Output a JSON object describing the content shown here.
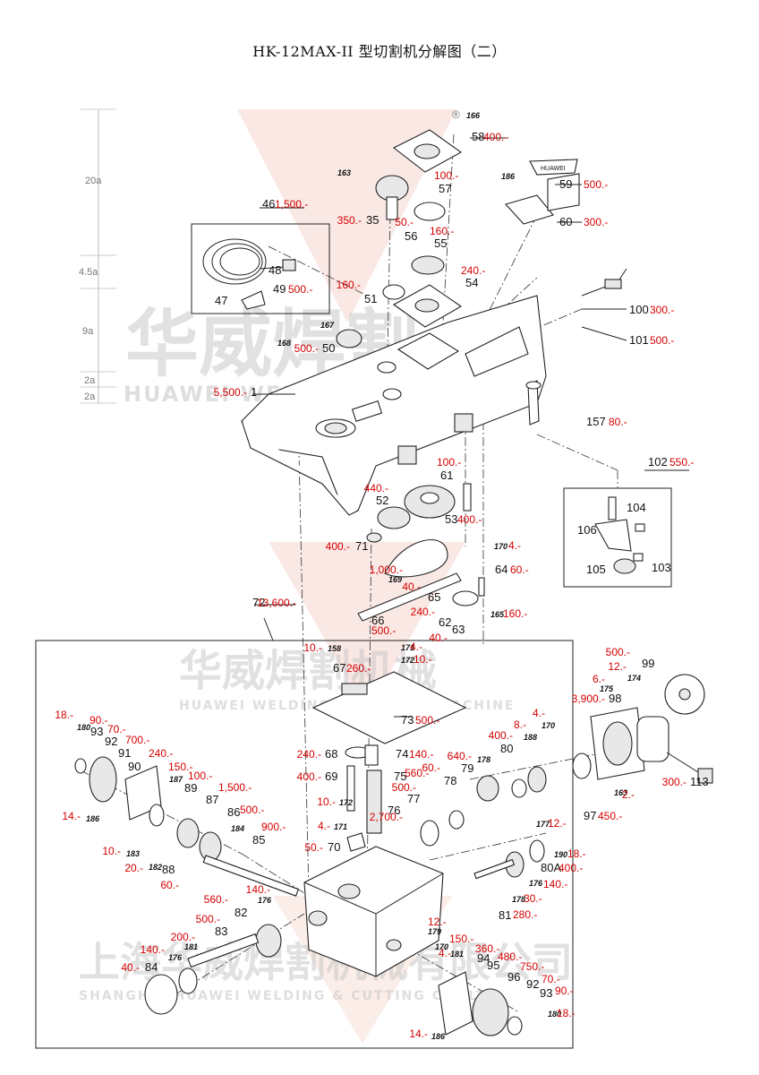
{
  "title": "HK-12MAX-II 型切割机分解图（二）",
  "watermark": {
    "cn_1": "华威焊割",
    "en_1": "HUAWEI WELDING & CUTTING",
    "cn_2": "华威焊割机械",
    "en_2": "HUAWEI WELDING & CUTTING MACHINE",
    "cn_3": "上海华威焊割机械有限公司",
    "en_3": "SHANGHAI HUAWEI WELDING & CUTTING CO.,LTD",
    "color": "#c9c9c9",
    "logo_color": "#f1c9bf"
  },
  "registered_mark": "®",
  "label_plate_text": "HUAWEI",
  "dimensions": [
    "20a",
    "4.5a",
    "9a",
    "2a",
    "2a"
  ],
  "parts": [
    {
      "num": "166",
      "price": "",
      "small": true
    },
    {
      "num": "58",
      "price": "400.-"
    },
    {
      "num": "186",
      "price": "",
      "small": true
    },
    {
      "num": "59",
      "price": "500.-"
    },
    {
      "num": "60",
      "price": "300.-"
    },
    {
      "num": "163",
      "price": "",
      "small": true
    },
    {
      "num": "35",
      "price": "350.-"
    },
    {
      "num": "57",
      "price": "100.-"
    },
    {
      "num": "56",
      "price": "50.-"
    },
    {
      "num": "55",
      "price": "160.-"
    },
    {
      "num": "46",
      "price": "1,500.-"
    },
    {
      "num": "48",
      "price": ""
    },
    {
      "num": "49",
      "price": "500.-"
    },
    {
      "num": "47",
      "price": ""
    },
    {
      "num": "51",
      "price": "160.-"
    },
    {
      "num": "54",
      "price": "240.-"
    },
    {
      "num": "167",
      "price": "",
      "small": true
    },
    {
      "num": "50",
      "price": "500.-"
    },
    {
      "num": "168",
      "price": "",
      "small": true
    },
    {
      "num": "100",
      "price": "300.-"
    },
    {
      "num": "101",
      "price": "500.-"
    },
    {
      "num": "1",
      "price": "5,500.-"
    },
    {
      "num": "157",
      "price": "80.-"
    },
    {
      "num": "102",
      "price": "550.-"
    },
    {
      "num": "61",
      "price": "100.-"
    },
    {
      "num": "52",
      "price": "440.-"
    },
    {
      "num": "53",
      "price": "400.-"
    },
    {
      "num": "71",
      "price": "400.-"
    },
    {
      "num": "169",
      "price": "1,000.-",
      "small": true
    },
    {
      "num": "106",
      "price": ""
    },
    {
      "num": "104",
      "price": ""
    },
    {
      "num": "105",
      "price": ""
    },
    {
      "num": "103",
      "price": ""
    },
    {
      "num": "170",
      "price": "4.-",
      "small": true
    },
    {
      "num": "64",
      "price": "60.-"
    },
    {
      "num": "65",
      "price": "40.-"
    },
    {
      "num": "66",
      "price": "500.-"
    },
    {
      "num": "62",
      "price": "240.-"
    },
    {
      "num": "63",
      "price": "40.-"
    },
    {
      "num": "165",
      "price": "160.-",
      "small": true
    },
    {
      "num": "72",
      "price": "13,600.-"
    },
    {
      "num": "158",
      "price": "10.-",
      "small": true
    },
    {
      "num": "171",
      "price": "4.-",
      "small": true
    },
    {
      "num": "172",
      "price": "10.-",
      "small": true
    },
    {
      "num": "67",
      "price": "260.-"
    },
    {
      "num": "73",
      "price": "500.-"
    },
    {
      "num": "99",
      "price": "500.-"
    },
    {
      "num": "174",
      "price": "12.-",
      "small": true
    },
    {
      "num": "175",
      "price": "6.-",
      "small": true
    },
    {
      "num": "98",
      "price": "3,900.-"
    },
    {
      "num": "180",
      "price": "18.-",
      "small": true
    },
    {
      "num": "93",
      "price": "90.-"
    },
    {
      "num": "92",
      "price": "70.-"
    },
    {
      "num": "91",
      "price": "700.-"
    },
    {
      "num": "90",
      "price": "240.-"
    },
    {
      "num": "187",
      "price": "150.-",
      "small": true
    },
    {
      "num": "89",
      "price": "100.-"
    },
    {
      "num": "87",
      "price": "1,500.-"
    },
    {
      "num": "68",
      "price": "240.-"
    },
    {
      "num": "74",
      "price": "140.-"
    },
    {
      "num": "80",
      "price": "400.-"
    },
    {
      "num": "188",
      "price": "8.-",
      "small": true
    },
    {
      "num": "170b",
      "price": "4.-",
      "small": true
    },
    {
      "num": "79",
      "price": "640.-"
    },
    {
      "num": "178",
      "price": "",
      "small": true
    },
    {
      "num": "69",
      "price": "400.-"
    },
    {
      "num": "75",
      "price": "560.-"
    },
    {
      "num": "78",
      "price": "60.-"
    },
    {
      "num": "77",
      "price": "500.-"
    },
    {
      "num": "113",
      "price": "300.-"
    },
    {
      "num": "97",
      "price": "450.-"
    },
    {
      "num": "163b",
      "price": "2.-",
      "small": true
    },
    {
      "num": "86",
      "price": "500.-"
    },
    {
      "num": "186b",
      "price": "14.-",
      "small": true
    },
    {
      "num": "183",
      "price": "10.-",
      "small": true
    },
    {
      "num": "184",
      "price": "",
      "small": true
    },
    {
      "num": "85",
      "price": "900.-"
    },
    {
      "num": "172b",
      "price": "10.-",
      "small": true
    },
    {
      "num": "171b",
      "price": "4.-",
      "small": true
    },
    {
      "num": "70",
      "price": "50.-"
    },
    {
      "num": "76",
      "price": "2,700.-"
    },
    {
      "num": "177",
      "price": "12.-",
      "small": true
    },
    {
      "num": "182",
      "price": "20.-",
      "small": true
    },
    {
      "num": "88",
      "price": "60.-"
    },
    {
      "num": "190",
      "price": "18.-",
      "small": true
    },
    {
      "num": "80A",
      "price": "400.-"
    },
    {
      "num": "176",
      "price": "140.-",
      "small": true
    },
    {
      "num": "178b",
      "price": "30.-",
      "small": true
    },
    {
      "num": "81",
      "price": "280.-"
    },
    {
      "num": "176b",
      "price": "140.-",
      "small": true
    },
    {
      "num": "82",
      "price": "560.-"
    },
    {
      "num": "83",
      "price": "500.-"
    },
    {
      "num": "179",
      "price": "12.-",
      "small": true
    },
    {
      "num": "181",
      "price": "200.-",
      "small": true
    },
    {
      "num": "176c",
      "price": "140.-",
      "small": true
    },
    {
      "num": "84",
      "price": "40.-"
    },
    {
      "num": "170c",
      "price": "4.-",
      "small": true
    },
    {
      "num": "181b",
      "price": "150.-",
      "small": true
    },
    {
      "num": "94",
      "price": "360.-"
    },
    {
      "num": "95",
      "price": "480.-"
    },
    {
      "num": "96",
      "price": "750.-"
    },
    {
      "num": "92b",
      "price": "70.-"
    },
    {
      "num": "93b",
      "price": "90.-"
    },
    {
      "num": "180b",
      "price": "18.-",
      "small": true
    },
    {
      "num": "186c",
      "price": "14.-",
      "small": true
    }
  ]
}
